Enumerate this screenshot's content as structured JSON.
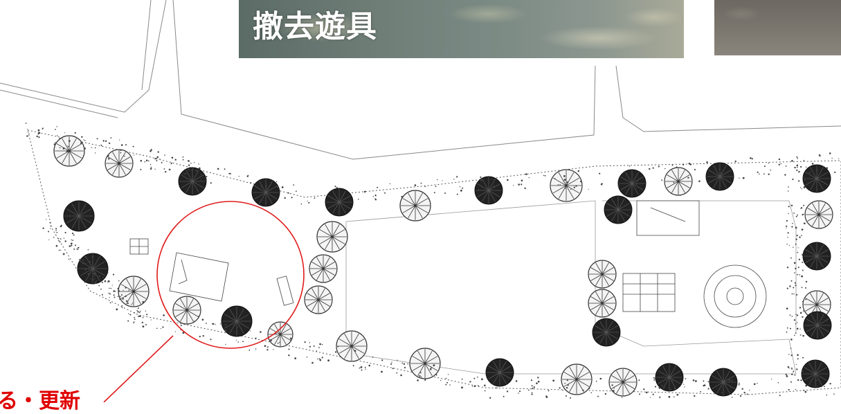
{
  "photo_caption": "撤去遊具",
  "note_label": "る・更新",
  "colors": {
    "highlight_circle": "#e01a1a",
    "note_text": "#e00000",
    "plan_ink": "#222222"
  },
  "icons": [
    "tree-symbol",
    "tree-dark-symbol",
    "play-equipment-symbol"
  ]
}
